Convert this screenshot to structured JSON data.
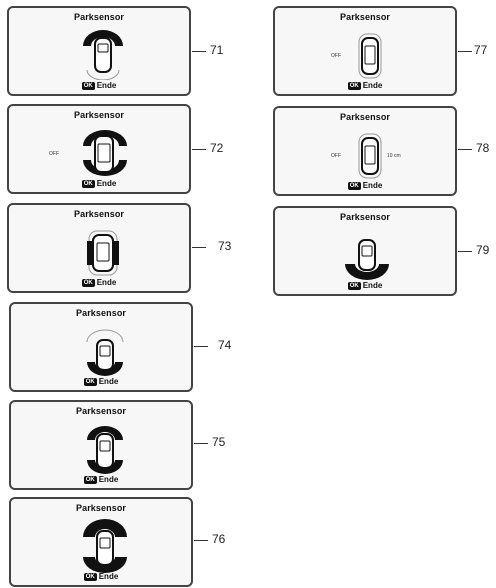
{
  "panels": [
    {
      "id": "71",
      "title": "Parksensor",
      "ok": "OK",
      "ende": "Ende",
      "num": "71"
    },
    {
      "id": "72",
      "title": "Parksensor",
      "ok": "OK",
      "ende": "Ende",
      "num": "72",
      "left_label": "OFF"
    },
    {
      "id": "73",
      "title": "Parksensor",
      "ok": "OK",
      "ende": "Ende",
      "num": "73"
    },
    {
      "id": "74",
      "title": "Parksensor",
      "ok": "OK",
      "ende": "Ende",
      "num": "74"
    },
    {
      "id": "75",
      "title": "Parksensor",
      "ok": "OK",
      "ende": "Ende",
      "num": "75"
    },
    {
      "id": "76",
      "title": "Parksensor",
      "ok": "OK",
      "ende": "Ende",
      "num": "76"
    },
    {
      "id": "77",
      "title": "Parksensor",
      "ok": "OK",
      "ende": "Ende",
      "num": "77",
      "left_label": "OFF"
    },
    {
      "id": "78",
      "title": "Parksensor",
      "ok": "OK",
      "ende": "Ende",
      "num": "78",
      "left_label": "OFF",
      "right_label": "10 cm"
    },
    {
      "id": "79",
      "title": "Parksensor",
      "ok": "OK",
      "ende": "Ende",
      "num": "79"
    }
  ]
}
